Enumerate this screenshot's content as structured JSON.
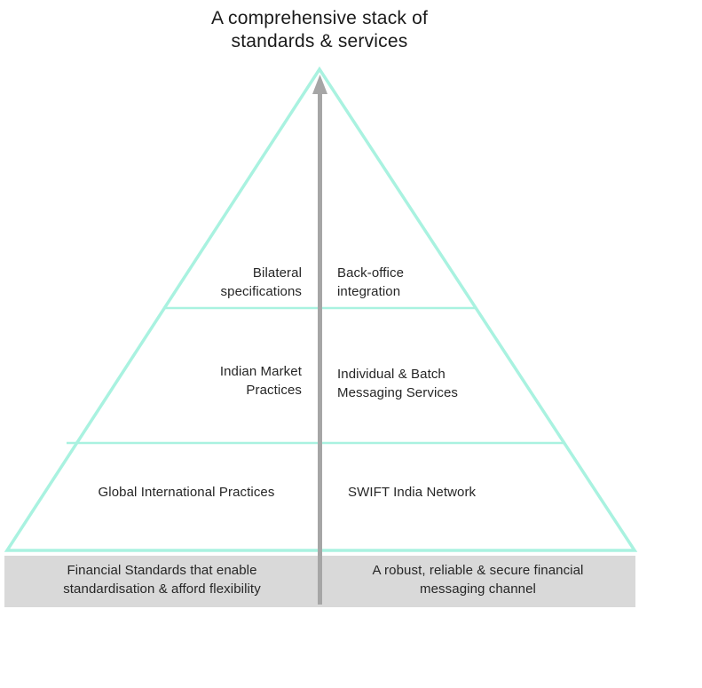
{
  "title": "A comprehensive stack of\nstandards & services",
  "pyramid": {
    "tiers": [
      {
        "left_label": "Bilateral\nspecifications",
        "right_label": "Back-office\nintegration"
      },
      {
        "left_label": "Indian Market\nPractices",
        "right_label": "Individual & Batch\nMessaging Services"
      },
      {
        "left_label": "Global International Practices",
        "right_label": "SWIFT India Network"
      }
    ]
  },
  "base_bar": {
    "left_label": "Financial Standards that enable\nstandardisation & afford flexibility",
    "right_label": "A robust, reliable & secure financial\nmessaging channel"
  },
  "colors": {
    "outline": "#a9f2e0",
    "arrow": "#a6a6a6",
    "bar": "#d9d9d9",
    "text": "#262626",
    "title": "#1a1a1a"
  }
}
